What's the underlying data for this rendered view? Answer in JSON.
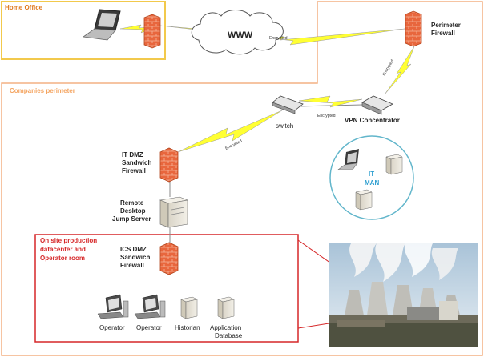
{
  "zones": {
    "home_office": "Home Office",
    "companies_perimeter": "Companies perimeter",
    "onsite": [
      "On site production",
      "datacenter and",
      "Operator room"
    ]
  },
  "cloud_label": "WWW",
  "encrypted_label": "Encrypted",
  "nodes": {
    "perimeter_firewall": [
      "Perimeter",
      "Firewall"
    ],
    "vpn_concentrator": "VPN Concentrator",
    "switch": "switch",
    "it_dmz_firewall": [
      "IT DMZ",
      "Sandwich",
      "Firewall"
    ],
    "jump_server": [
      "Remote",
      "Desktop",
      "Jump Server"
    ],
    "ics_dmz_firewall": [
      "ICS DMZ",
      "Sandwich",
      "Firewall"
    ],
    "it_man": [
      "IT",
      "MAN"
    ]
  },
  "devices": {
    "operator_1": "Operator",
    "operator_2": "Operator",
    "historian": "Historian",
    "app_db": [
      "Application",
      "Database"
    ]
  },
  "colors": {
    "home_office_border": "#f2c94c",
    "home_office_text": "#e07a1f",
    "perimeter_border": "#f4b183",
    "perimeter_text": "#f4a460",
    "onsite_border": "#d62728",
    "onsite_text": "#d62728",
    "firewall": "#e8663d",
    "lightning": "#ffff33",
    "it_man_circle": "#62b6cb",
    "it_man_text": "#2e9fd0"
  }
}
